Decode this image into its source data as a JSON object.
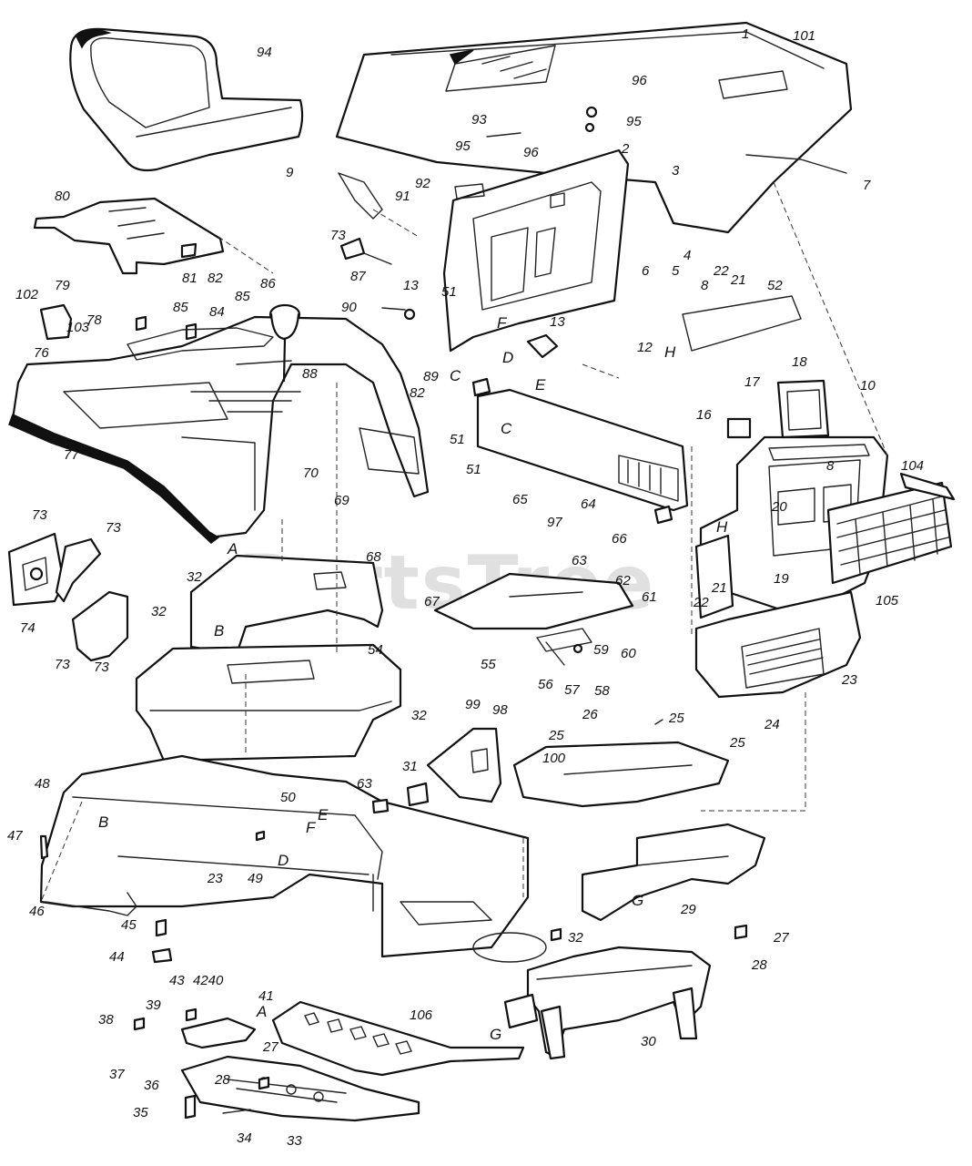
{
  "watermark": {
    "text": "PartsTree",
    "trademark": "™"
  },
  "parts": {
    "p1": "1",
    "p2": "2",
    "p3": "3",
    "p4": "4",
    "p5": "5",
    "p6": "6",
    "p7": "7",
    "p8a": "8",
    "p8b": "8",
    "p9": "9",
    "p10": "10",
    "p12": "12",
    "p13a": "13",
    "p13b": "13",
    "p16": "16",
    "p17": "17",
    "p18": "18",
    "p19": "19",
    "p20": "20",
    "p21a": "21",
    "p21b": "21",
    "p22a": "22",
    "p22b": "22",
    "p23a": "23",
    "p23b": "23",
    "p24": "24",
    "p25a": "25",
    "p25b": "25",
    "p25c": "25",
    "p26": "26",
    "p27a": "27",
    "p27b": "27",
    "p28a": "28",
    "p28b": "28",
    "p29": "29",
    "p30": "30",
    "p31": "31",
    "p32a": "32",
    "p32b": "32",
    "p32c": "32",
    "p32d": "32",
    "p33": "33",
    "p34": "34",
    "p35": "35",
    "p36": "36",
    "p37": "37",
    "p38": "38",
    "p39": "39",
    "p40": "4240",
    "p41": "41",
    "p43": "43",
    "p44": "44",
    "p45": "45",
    "p46": "46",
    "p47": "47",
    "p48": "48",
    "p49": "49",
    "p50": "50",
    "p51a": "51",
    "p51b": "51",
    "p51c": "51",
    "p52": "52",
    "p54": "54",
    "p55": "55",
    "p56": "56",
    "p57": "57",
    "p58": "58",
    "p59": "59",
    "p60": "60",
    "p61": "61",
    "p62": "62",
    "p63a": "63",
    "p63b": "63",
    "p64": "64",
    "p65": "65",
    "p66": "66",
    "p67": "67",
    "p68": "68",
    "p69": "69",
    "p70": "70",
    "p73a": "73",
    "p73b": "73",
    "p73c": "73",
    "p73d": "73",
    "p73e": "73",
    "p74": "74",
    "p76": "76",
    "p77": "77",
    "p78": "78",
    "p79": "79",
    "p80": "80",
    "p81": "81",
    "p82a": "82",
    "p82b": "82",
    "p84": "84",
    "p85a": "85",
    "p85b": "85",
    "p86": "86",
    "p87": "87",
    "p88": "88",
    "p89": "89",
    "p90": "90",
    "p91": "91",
    "p92": "92",
    "p93": "93",
    "p94": "94",
    "p95a": "95",
    "p95b": "95",
    "p96a": "96",
    "p96b": "96",
    "p97": "97",
    "p98": "98",
    "p99": "99",
    "p100": "100",
    "p101": "101",
    "p102": "102",
    "p103": "103",
    "p104": "104",
    "p105": "105",
    "p106": "106"
  },
  "letters": {
    "A1": "A",
    "A2": "A",
    "B1": "B",
    "B2": "B",
    "C1": "C",
    "C2": "C",
    "D1": "D",
    "D2": "D",
    "E1": "E",
    "E2": "E",
    "F1": "F",
    "F2": "F",
    "G1": "G",
    "G2": "G",
    "H1": "H",
    "H2": "H"
  }
}
